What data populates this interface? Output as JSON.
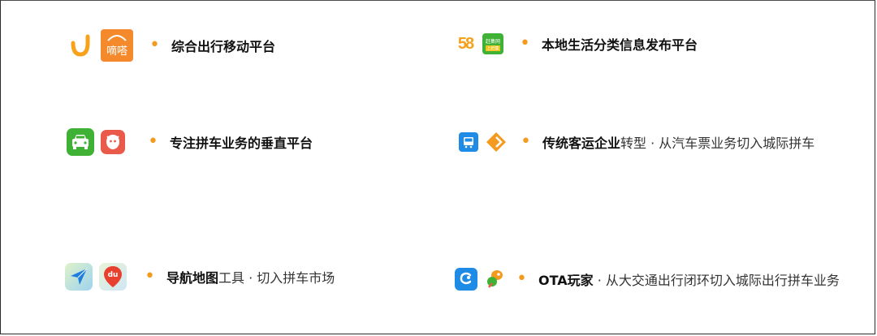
{
  "rows": [
    {
      "bold": "综合出行移动平台",
      "rest": "",
      "icon_labels": [
        "",
        "嘀嗒"
      ]
    },
    {
      "bold": "本地生活分类信息发布平台",
      "rest": "",
      "icon_labels": [
        "58",
        "赶集网",
        "上赶集"
      ]
    },
    {
      "bold": "专注拼车业务的垂直平台",
      "rest": "",
      "icon_labels": [
        "",
        ""
      ]
    },
    {
      "bold": "传统客运企业",
      "rest": "转型 · 从汽车票业务切入城际拼车",
      "icon_labels": [
        "",
        ""
      ]
    },
    {
      "bold": "导航地图",
      "rest": "工具 · 切入拼车市场",
      "icon_labels": [
        "",
        "du"
      ]
    },
    {
      "bold": "OTA玩家",
      "rest": " · 从大交通出行闭环切入城际出行拼车业务",
      "icon_labels": [
        "",
        ""
      ]
    }
  ],
  "colors": {
    "accent": "#f39a1f",
    "didi": "#f7a21b",
    "dida": "#f58a2c",
    "green": "#3fb134",
    "red": "#e95a4a",
    "blue": "#1e8be6"
  },
  "icons": [
    "didi-icon",
    "dida-icon",
    "58-icon",
    "ganji-icon",
    "car-green-icon",
    "pin-red-icon",
    "bus-blue-icon",
    "diamond-orange-icon",
    "amap-icon",
    "baidu-map-icon",
    "ctrip-icon",
    "qunar-icon"
  ]
}
